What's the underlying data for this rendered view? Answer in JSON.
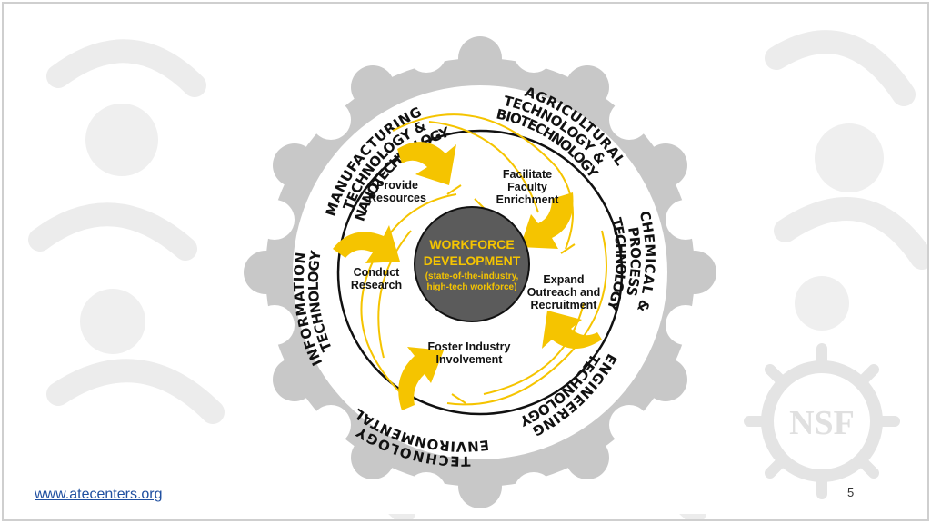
{
  "footer": {
    "url_text": "www.atecenters.org",
    "page_number": "5"
  },
  "watermark": {
    "logo_text": "NSF"
  },
  "colors": {
    "accent_yellow": "#f5c400",
    "ring_gray": "#c8c8c8",
    "core_gray": "#5b5b5b"
  },
  "diagram": {
    "core": {
      "line1": "WORKFORCE",
      "line2": "DEVELOPMENT",
      "line3": "(state-of-the-industry,",
      "line4": "high-tech workforce)"
    },
    "activities": {
      "provide_resources": [
        "Provide",
        "Resources"
      ],
      "facilitate_faculty": [
        "Facilitate",
        "Faculty",
        "Enrichment"
      ],
      "expand_outreach": [
        "Expand",
        "Outreach and",
        "Recruitment"
      ],
      "foster_industry": [
        "Foster Industry",
        "Involvement"
      ],
      "conduct_research": [
        "Conduct",
        "Research"
      ]
    },
    "disciplines": {
      "manufacturing": [
        "MANUFACTURING",
        "TECHNOLOGY &",
        "NANOTECHNOLOGY"
      ],
      "agricultural": [
        "AGRICULTURAL",
        "TECHNOLOGY &",
        "BIOTECHNOLOGY"
      ],
      "chemical": [
        "CHEMICAL &",
        "PROCESS",
        "TECHNOLOGY"
      ],
      "engineering": [
        "ENGINEERING",
        "TECHNOLOGY"
      ],
      "environmental": [
        "ENVIRONMENTAL",
        "TECHNOLOGY"
      ],
      "information": [
        "INFORMATION",
        "TECHNOLOGY"
      ]
    }
  }
}
